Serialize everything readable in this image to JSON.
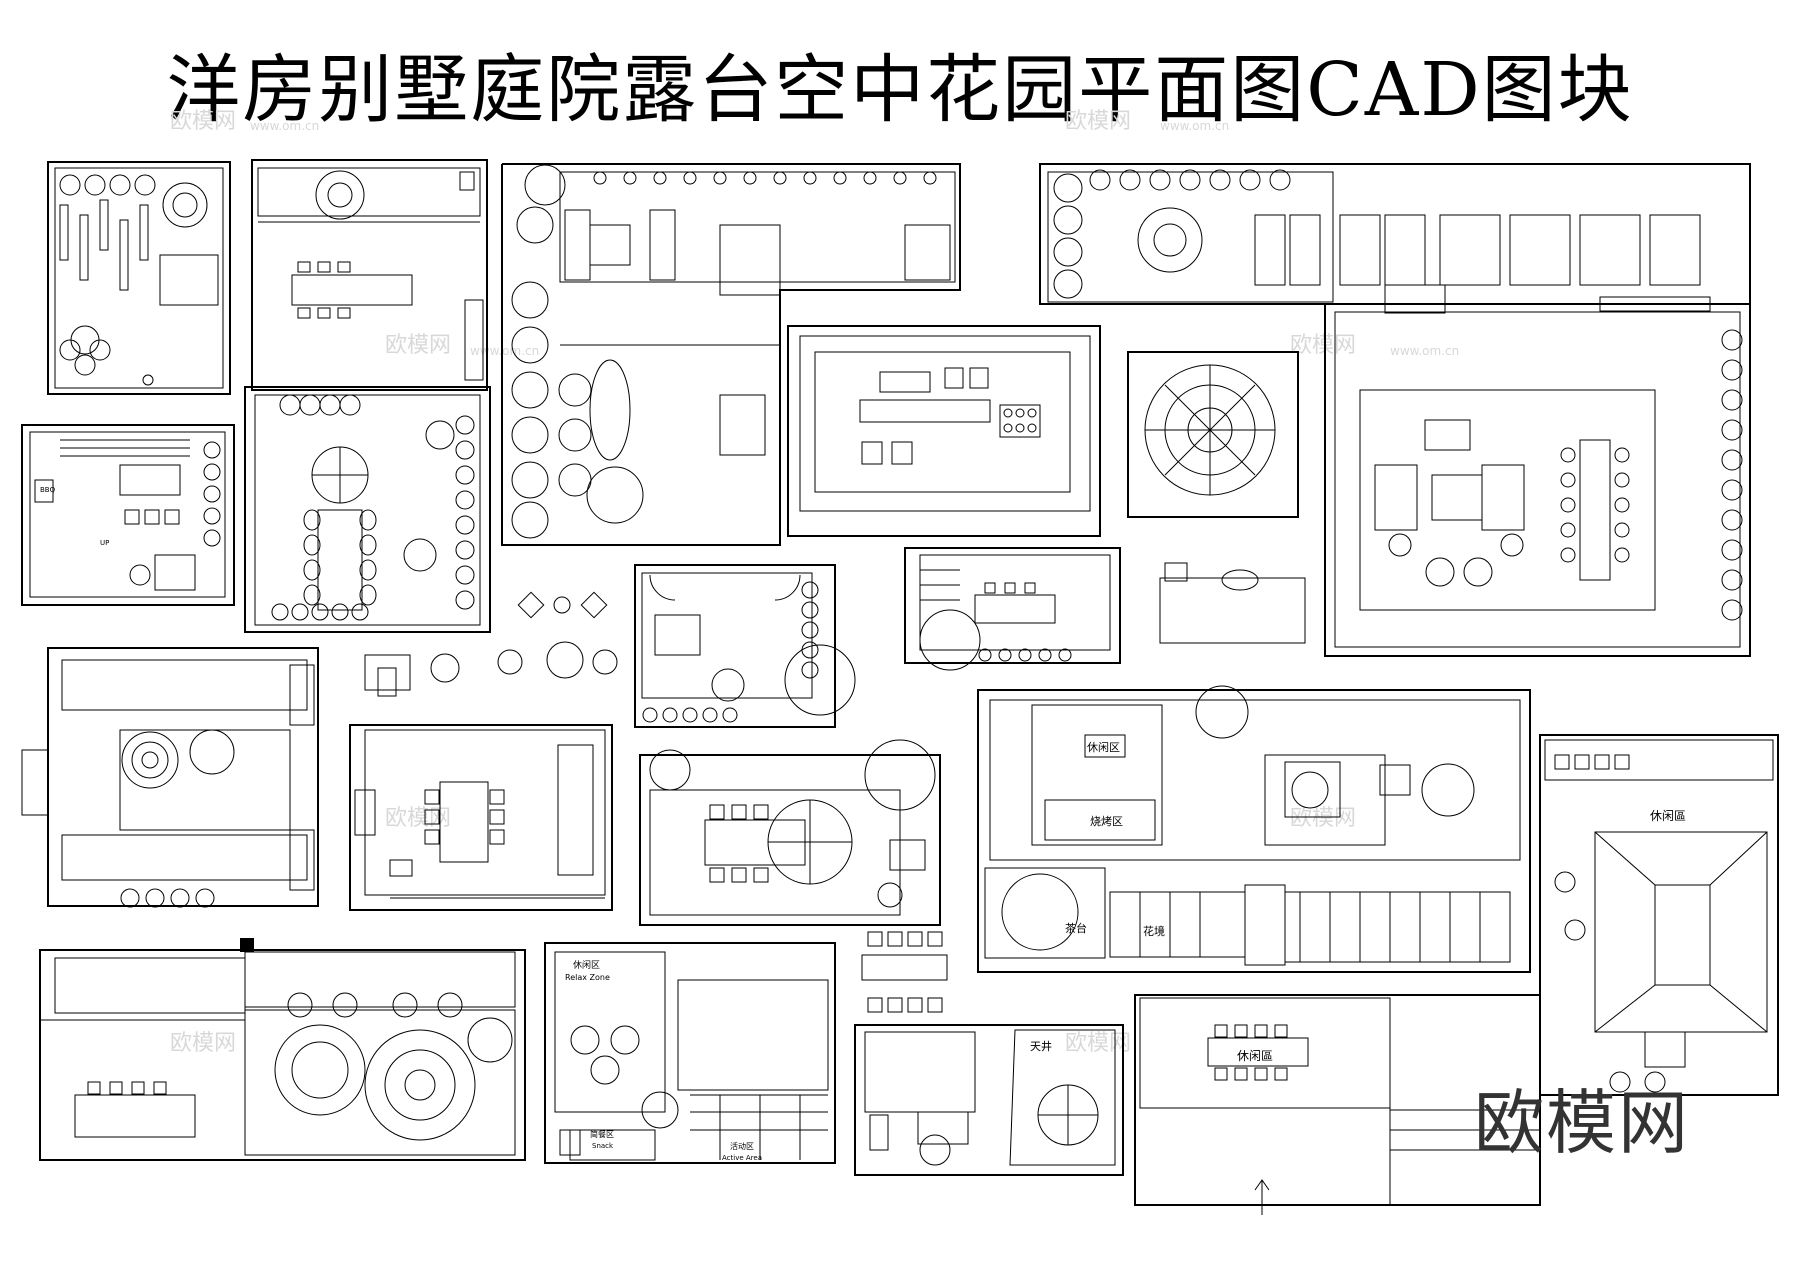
{
  "title": "洋房别墅庭院露台空中花园平面图CAD图块",
  "logo": "欧模网",
  "watermark": {
    "cn": "欧模网",
    "url": "www.om.cn"
  },
  "labels": {
    "xiuxianqu_a": "休闲区",
    "shaokaoqu": "烧烤区",
    "huajing": "花境",
    "chatai": "茶台",
    "xiuxianqu_b": "休闲區",
    "xiuxianqu_c": "休闲區",
    "tianjing": "天井",
    "relax_cn": "休闲区",
    "relax_en": "Relax Zone",
    "snack_cn": "简餐区",
    "snack_en": "Snack",
    "active_cn": "活动区",
    "active_en": "Active Area",
    "up": "UP",
    "bbq": "BBQ"
  }
}
